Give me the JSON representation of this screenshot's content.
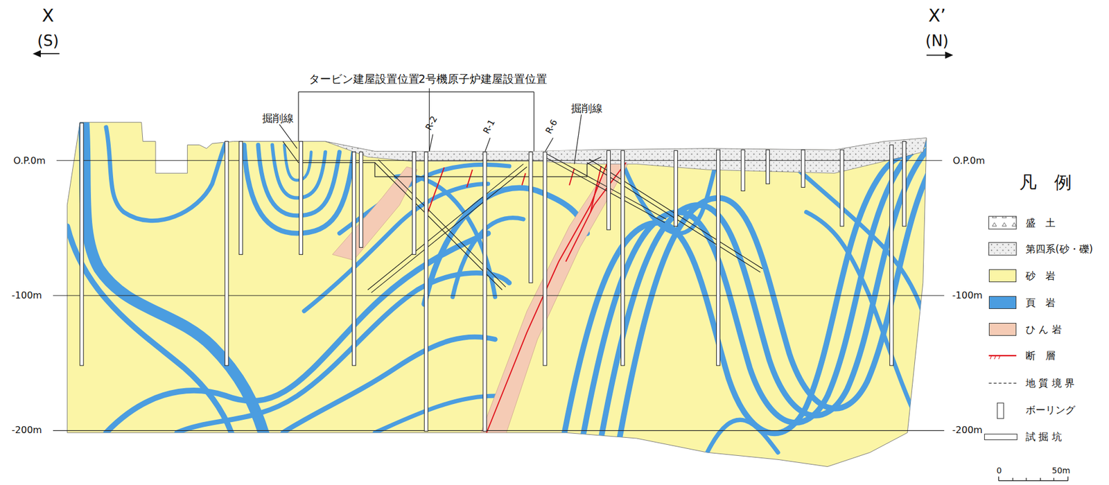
{
  "diagram": {
    "labels": [
      "X",
      "(S)",
      "X’",
      "(N)",
      "タービン建屋設置位置",
      "2号機原子炉建屋設置位置",
      "掘削線",
      "掘削線",
      "R-2",
      "R-1",
      "R-6",
      "O.P.0m",
      "O.P.0m",
      "-100m",
      "-100m",
      "-200m",
      "-200m",
      "凡　例",
      "0",
      "50m"
    ],
    "legend": [
      {
        "text": "盛　土"
      },
      {
        "text": "第四系(砂・礫)"
      },
      {
        "text": "砂　岩",
        "color": "#fbf5a6"
      },
      {
        "text": "頁　岩",
        "color": "#4b9de0"
      },
      {
        "text": "ひ ん 岩",
        "color": "#f5cbb5"
      },
      {
        "text": "断　層"
      },
      {
        "text": "地 質 境 界"
      },
      {
        "text": "ボーリング"
      },
      {
        "text": "試 掘 坑"
      }
    ]
  }
}
